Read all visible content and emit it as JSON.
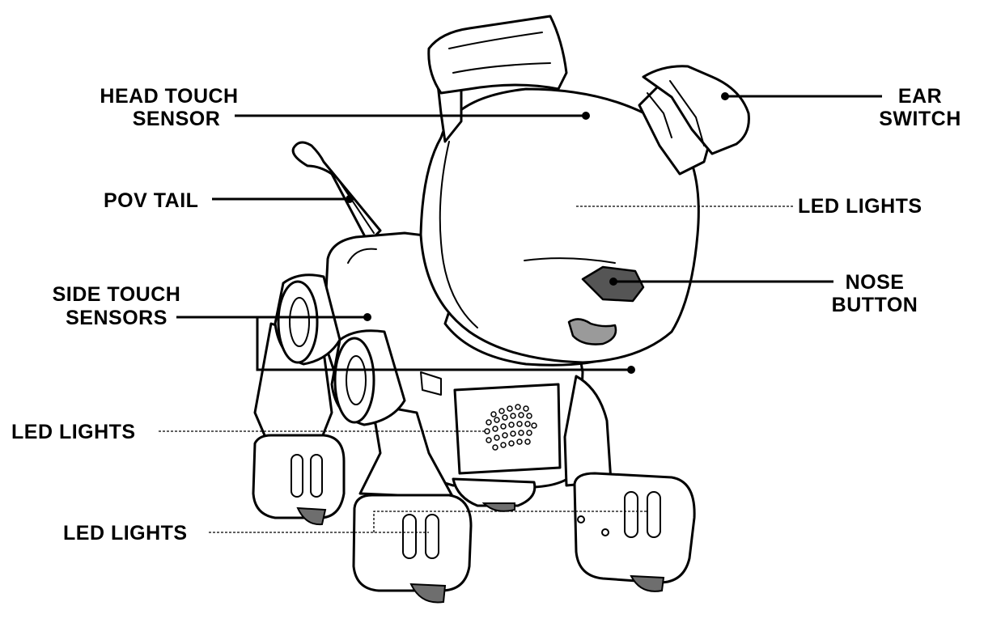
{
  "diagram": {
    "labels": {
      "head_touch_sensor_line1": "HEAD TOUCH",
      "head_touch_sensor_line2": "SENSOR",
      "ear_switch_line1": "EAR",
      "ear_switch_line2": "SWITCH",
      "pov_tail": "POV TAIL",
      "led_lights_head": "LED LIGHTS",
      "nose_button_line1": "NOSE",
      "nose_button_line2": "BUTTON",
      "side_touch_sensors_line1": "SIDE TOUCH",
      "side_touch_sensors_line2": "SENSORS",
      "led_lights_body": "LED LIGHTS",
      "led_lights_feet": "LED LIGHTS"
    },
    "colors": {
      "line": "#000000",
      "background": "#ffffff",
      "nose": "#555555",
      "mouth": "#9a9a9a",
      "wheel": "#6e6e6e"
    }
  }
}
